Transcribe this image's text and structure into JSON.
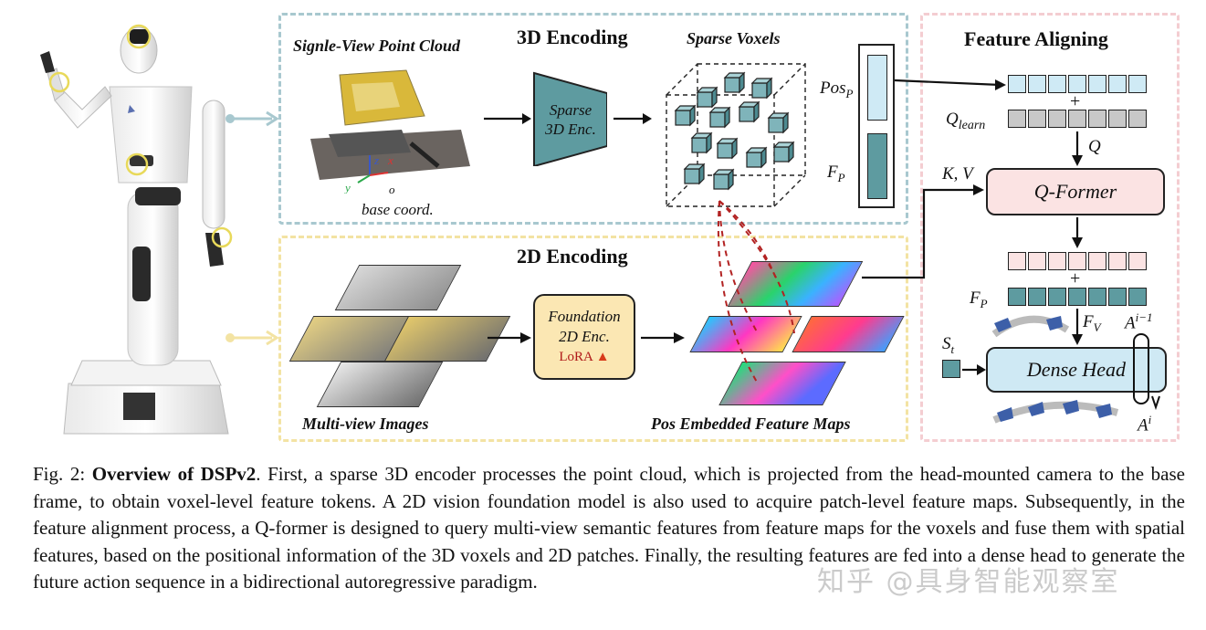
{
  "diagram": {
    "panel_3d_title": "3D Encoding",
    "panel_2d_title": "2D Encoding",
    "panel_fa_title": "Feature Aligning",
    "point_cloud_label": "Signle-View Point Cloud",
    "base_coord_label": "base coord.",
    "axis_z": "z",
    "axis_x": "x",
    "axis_y": "y",
    "axis_o": "o",
    "sparse_enc_line1": "Sparse",
    "sparse_enc_line2": "3D Enc.",
    "sparse_voxels_label": "Sparse Voxels",
    "pos_p_label": "Pos",
    "pos_p_sub": "P",
    "f_p_label": "F",
    "f_p_sub": "P",
    "multiview_label": "Multi-view Images",
    "foundation_line1": "Foundation",
    "foundation_line2": "2D Enc.",
    "lora_label": "LoRA",
    "pos_feature_maps_label": "Pos Embedded Feature Maps",
    "q_learn_label": "Q",
    "q_learn_sub": "learn",
    "q_label": "Q",
    "kv_label": "K, V",
    "qformer_label": "Q-Former",
    "plus1": "+",
    "plus2": "+",
    "fp2_label": "F",
    "fp2_sub": "P",
    "fv_label": "F",
    "fv_sub": "V",
    "a_prev_label": "A",
    "a_prev_sup": "i−1",
    "st_label": "S",
    "st_sub": "t",
    "dense_head_label": "Dense Head",
    "a_i_label": "A",
    "a_i_sup": "i"
  },
  "caption": {
    "prefix": "Fig. 2: ",
    "bold": "Overview of DSPv2",
    "text": ". First, a sparse 3D encoder processes the point cloud, which is projected from the head-mounted camera to the base frame, to obtain voxel-level feature tokens. A 2D vision foundation model is also used to acquire patch-level feature maps. Subsequently, in the feature alignment process, a Q-former is designed to query multi-view semantic features from feature maps for the voxels and fuse them with spatial features, based on the positional information of the 3D voxels and 2D patches. Finally, the resulting features are fed into a dense head to generate the future action sequence in a bidirectional autoregressive paradigm."
  },
  "watermark": "知乎 @具身智能观察室",
  "colors": {
    "panel_3d": "#a8c8cf",
    "panel_2d": "#f3e3a3",
    "panel_fa": "#f4cdd1",
    "teal": "#5e9ba0",
    "token_cyan": "#cfeaf5",
    "token_gray": "#c8c8c8",
    "token_pink": "#fbe3e3",
    "dense_head": "#cfe9f4",
    "foundation": "#fbe7b3"
  }
}
